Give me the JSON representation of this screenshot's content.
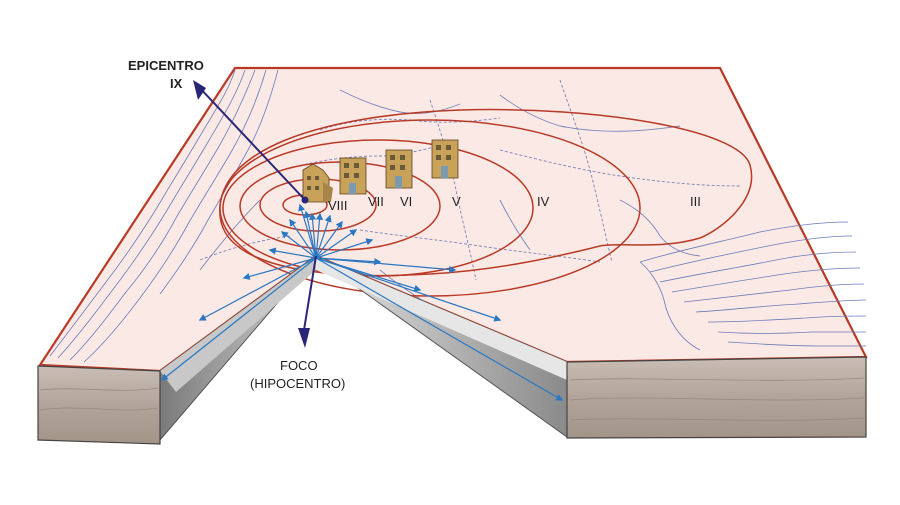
{
  "labels": {
    "epicenter": "EPICENTRO",
    "epicenter_intensity": "IX",
    "focus": "FOCO",
    "focus_alt": "(HIPOCENTRO)"
  },
  "intensity_zones": [
    "VIII",
    "VII",
    "VI",
    "V",
    "IV",
    "III"
  ],
  "colors": {
    "map_fill": "#fbe9e6",
    "isoseismal": "#b83a26",
    "rays": "#2a78c2",
    "pointer": "#2a2677",
    "rock_face": "#b6a79d",
    "rock_wedge": "#9a9a9a",
    "coast": "#6a7cb8",
    "border_dash": "#7a84b8",
    "building": "#c9a25a"
  },
  "icons": [
    "building-icon",
    "arrowhead-icon"
  ]
}
